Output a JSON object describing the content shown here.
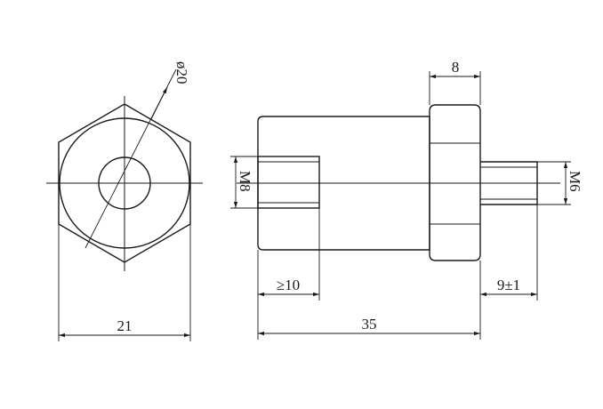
{
  "drawing": {
    "line_color": "#1a1a1a",
    "background": "#ffffff",
    "dimensions": {
      "hex_across_flats": "21",
      "outer_diameter": "ø20",
      "hex_width": "8",
      "inner_thread": "M8",
      "thread_depth": "≥10",
      "outer_thread": "M6",
      "stud_length": "9±1",
      "overall_length": "35"
    }
  }
}
